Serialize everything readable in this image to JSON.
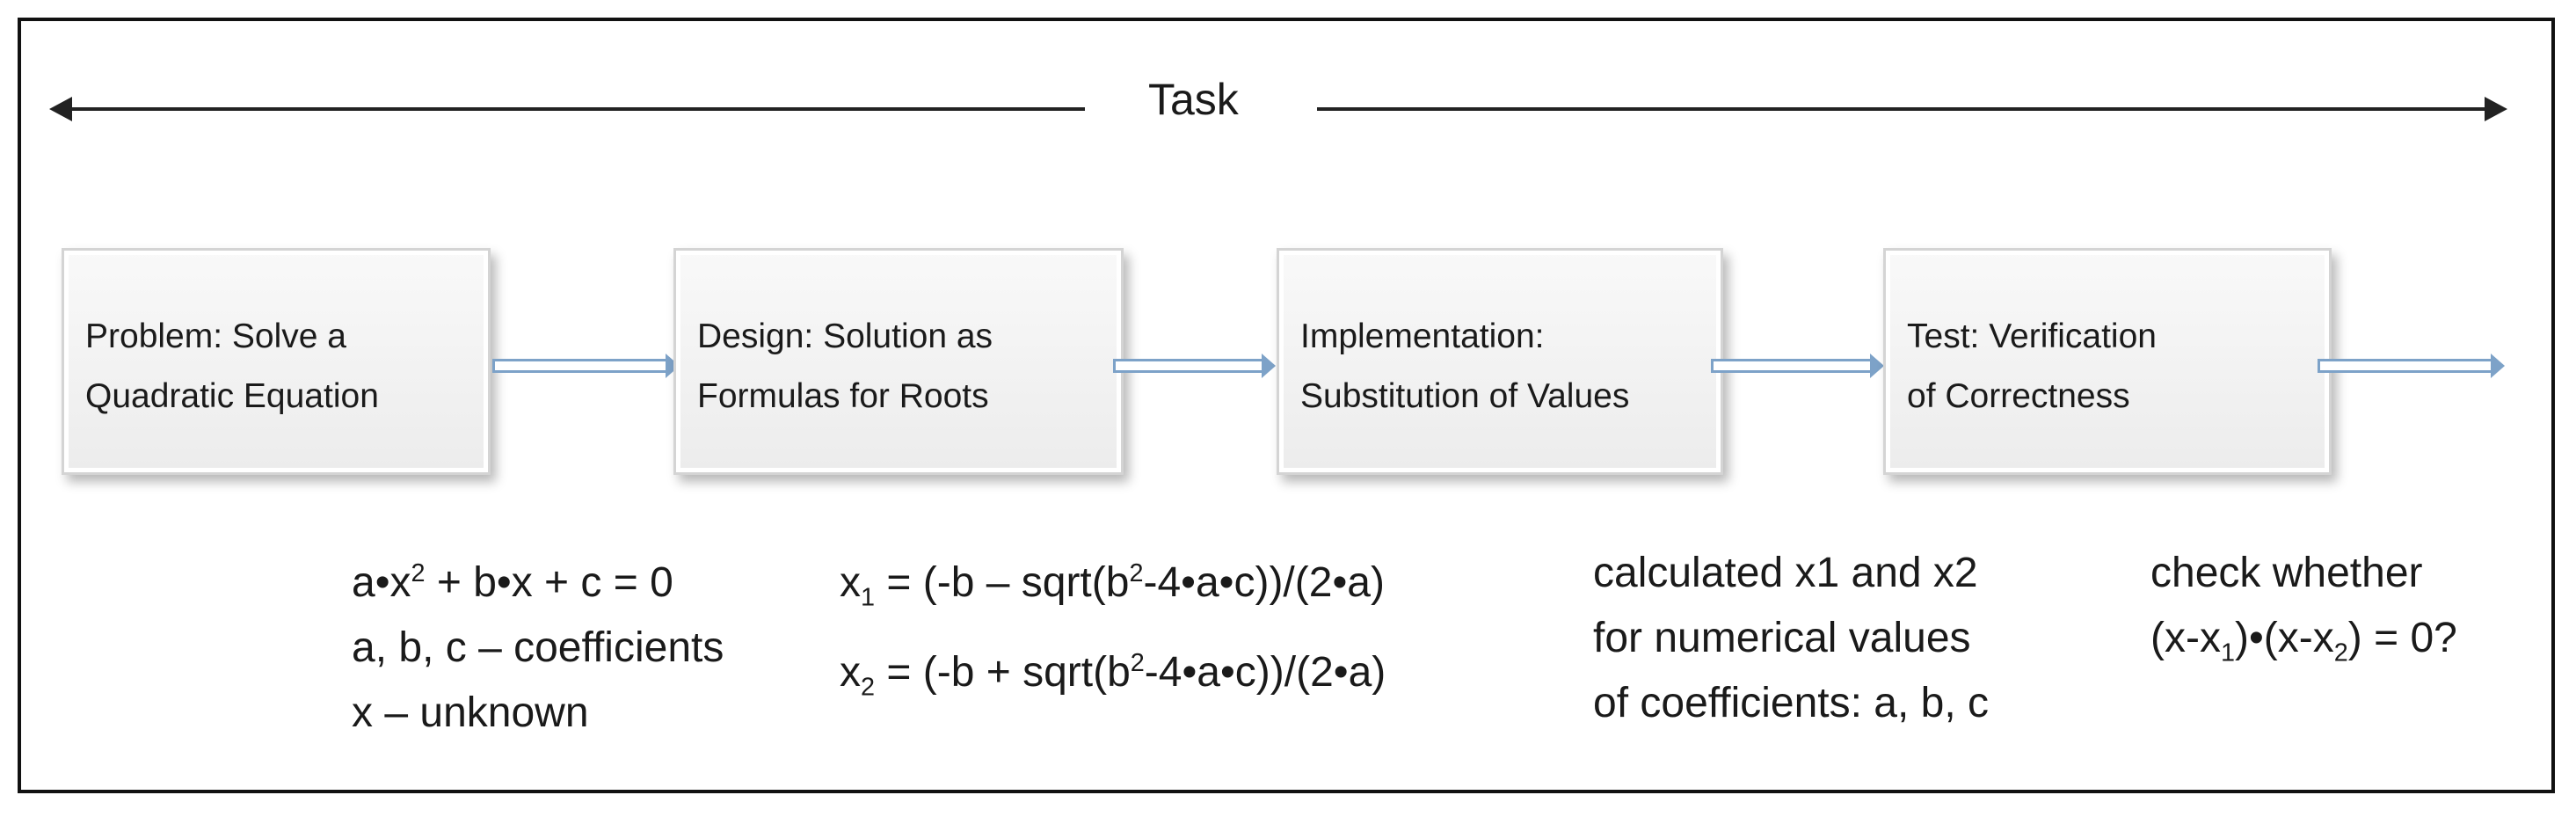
{
  "task": {
    "label": "Task"
  },
  "phases": [
    {
      "line1": "Problem: Solve a",
      "line2": "Quadratic Equation"
    },
    {
      "line1": "Design: Solution as",
      "line2": "Formulas for Roots"
    },
    {
      "line1": "Implementation:",
      "line2": "Substitution of Values"
    },
    {
      "line1": "Test: Verification",
      "line2": "of Correctness"
    }
  ],
  "notes": {
    "problem": {
      "eq_a": "a•x",
      "eq_exp": "2",
      "eq_b": " + b•x + c = 0",
      "line2": "a, b, c – coefficients",
      "line3": "x – unknown"
    },
    "design": {
      "x1_var": "x",
      "x1_sub": "1",
      "x1_a": " = (-b – sqrt(b",
      "x1_exp": "2",
      "x1_b": "-4•a•c))/(2•a)",
      "x2_var": "x",
      "x2_sub": "2",
      "x2_a": " = (-b + sqrt(b",
      "x2_exp": "2",
      "x2_b": "-4•a•c))/(2•a)"
    },
    "implementation": {
      "line1": "calculated x1 and x2",
      "line2": "for numerical values",
      "line3": "of coefficients: a, b, c"
    },
    "test": {
      "line1": "check whether",
      "l2_a": "(x-x",
      "l2_sub1": "1",
      "l2_b": ")•(x-x",
      "l2_sub2": "2",
      "l2_c": ")  = 0?"
    }
  }
}
